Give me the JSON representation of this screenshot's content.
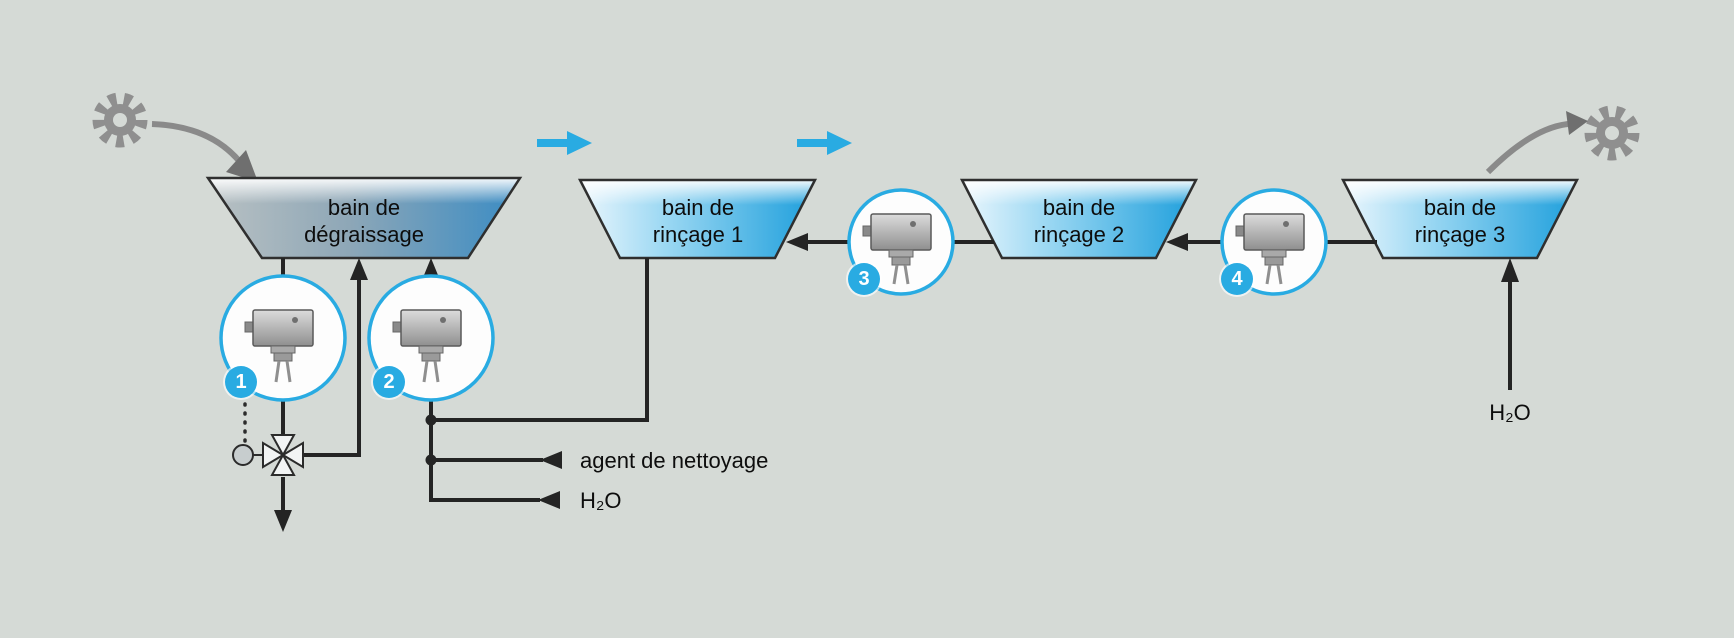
{
  "colors": {
    "accent": "#29abe2",
    "background": "#d5dad6",
    "line": "#242424"
  },
  "tanks": [
    {
      "id": "degreasing-bath",
      "line1": "bain de",
      "line2": "dégraissage"
    },
    {
      "id": "rinse-bath-1",
      "line1": "bain de",
      "line2": "rinçage 1"
    },
    {
      "id": "rinse-bath-2",
      "line1": "bain de",
      "line2": "rinçage 2"
    },
    {
      "id": "rinse-bath-3",
      "line1": "bain de",
      "line2": "rinçage 3"
    }
  ],
  "sensors": [
    {
      "number": "1"
    },
    {
      "number": "2"
    },
    {
      "number": "3"
    },
    {
      "number": "4"
    }
  ],
  "labels": {
    "cleaning_agent": "agent de nettoyage",
    "water_bottom": "H₂O",
    "water_right": "H₂O"
  }
}
